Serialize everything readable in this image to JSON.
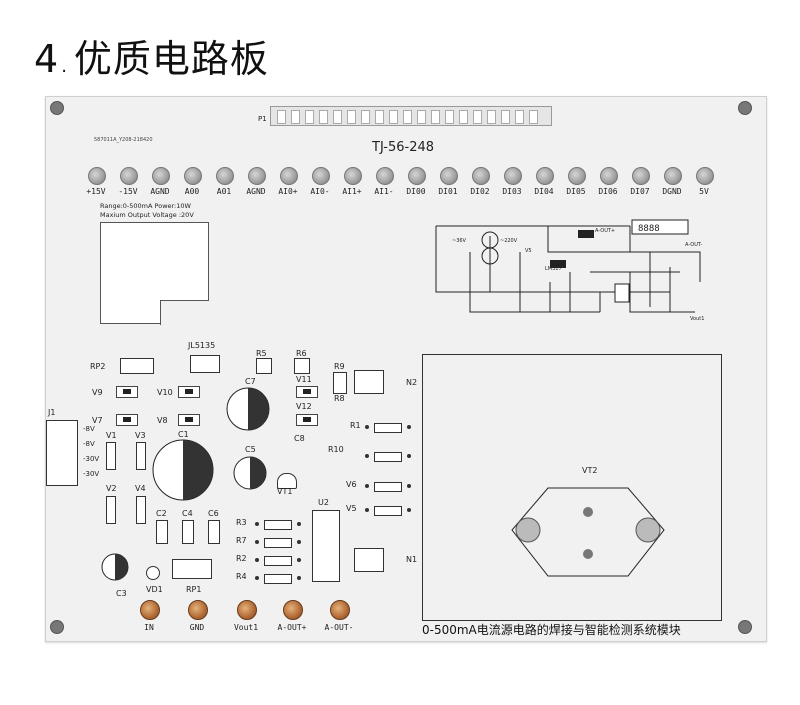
{
  "heading": {
    "number": "4",
    "text": "优质电路板"
  },
  "board": {
    "header_label": "P1",
    "model": "TJ-56-248",
    "fine_print": "587011A_Y208-218420",
    "specs": [
      "Range:0-500mA  Power:10W",
      "Maxium Output Voltage :20V"
    ],
    "top_pins": [
      "+15V",
      "-15V",
      "AGND",
      "A00",
      "A01",
      "AGND",
      "AI0+",
      "AI0-",
      "AI1+",
      "AI1-",
      "DI00",
      "DI01",
      "DI02",
      "DI03",
      "DI04",
      "DI05",
      "DI06",
      "DI07",
      "DGND",
      "5V"
    ],
    "bottom_terminals": [
      "IN",
      "GND",
      "Vout1",
      "A-OUT+",
      "A-OUT-"
    ],
    "labels": {
      "rp2": "RP2",
      "jl": "JL5135",
      "r5": "R5",
      "r6": "R6",
      "r9": "R9",
      "r8": "R8",
      "v9": "V9",
      "v10": "V10",
      "v7": "V7",
      "v8": "V8",
      "v11": "V11",
      "v12": "V12",
      "c7": "C7",
      "c1": "C1",
      "c5": "C5",
      "c8": "C8",
      "vt1": "VT1",
      "n2": "N2",
      "n1": "N1",
      "j1": "J1",
      "v1": "V1",
      "v3": "V3",
      "v2": "V2",
      "v4": "V4",
      "r1": "R1",
      "r10": "R10",
      "v6": "V6",
      "v5": "V5",
      "c2": "C2",
      "c4": "C4",
      "c6": "C6",
      "u2": "U2",
      "r3": "R3",
      "r7": "R7",
      "r2": "R2",
      "r4": "R4",
      "c3": "C3",
      "vd1": "VD1",
      "rp1": "RP1",
      "vt2": "VT2"
    },
    "j1_pins": [
      "-8V",
      "-8V",
      "-30V",
      "-30V"
    ],
    "bottom_title": "0-500mA电流源电路的焊接与智能检测系统模块"
  }
}
